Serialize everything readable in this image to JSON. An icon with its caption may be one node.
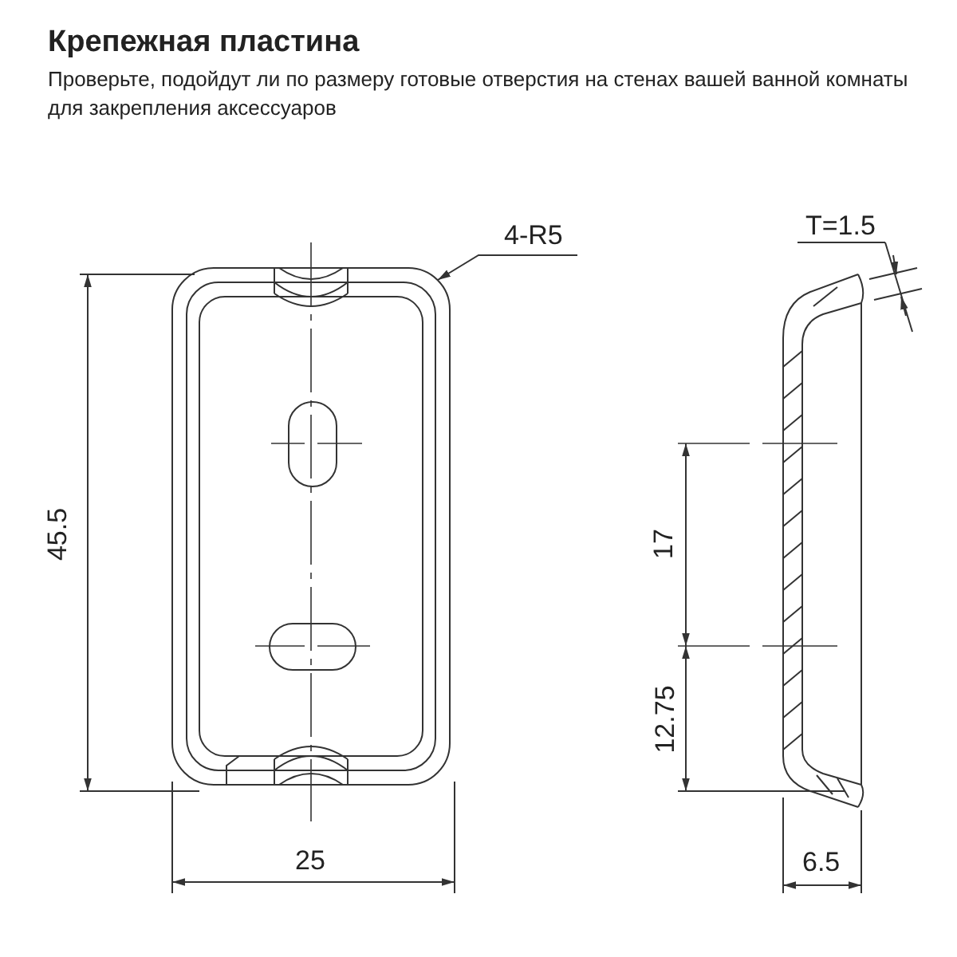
{
  "diagram": {
    "title": "Крепежная пластина",
    "nodes": [
      {
        "text": [
          "4-R5"
        ]
      },
      {
        "text": [],
        "shape": "picture"
      }
    ],
    "edges": [
      {
        "from": 0,
        "to": 1,
        "arrow": "to"
      }
    ],
    "labels": [
      "Проверьте, подойдут ли по размеру готовые отверстия на стенах вашей ванной комнаты для закрепления аксессуаров",
      "45.5",
      "25",
      "T=1.5",
      "17",
      "12.75",
      "6.5"
    ]
  }
}
